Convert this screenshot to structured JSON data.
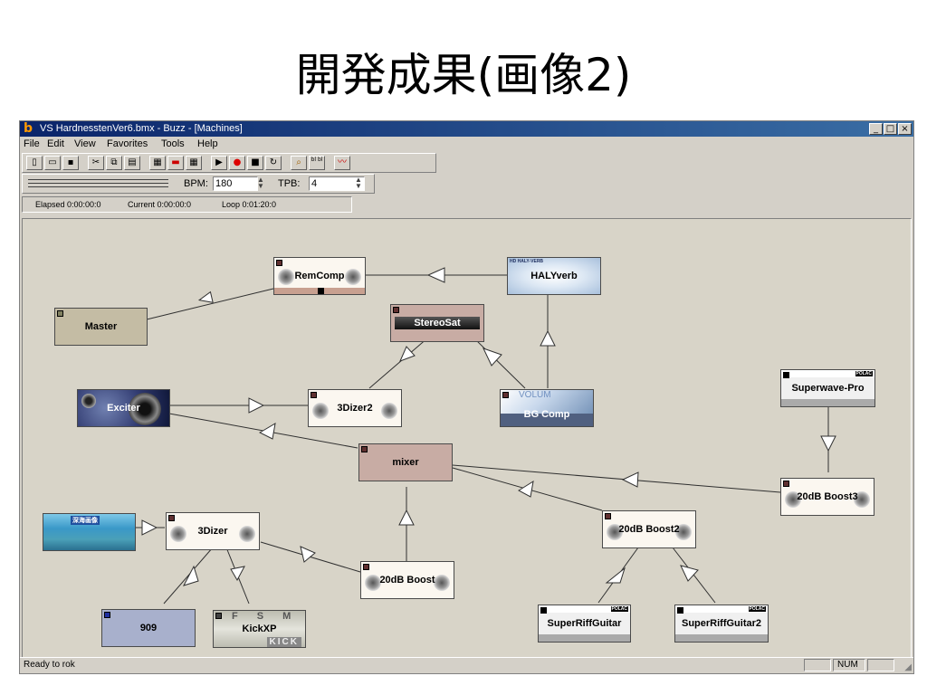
{
  "slide_title": "開発成果(画像2)",
  "window": {
    "title": "VS HardnesstenVer6.bmx - Buzz - [Machines]",
    "controls": {
      "minimize": "_",
      "maximize": "□",
      "close": "×"
    }
  },
  "menu": [
    "File",
    "Edit",
    "View",
    "Favorites",
    "Tools",
    "Help"
  ],
  "toolbar_icons": [
    "new-icon",
    "open-icon",
    "save-icon",
    "cut-icon",
    "copy-icon",
    "paste-icon",
    "pattern-view-icon",
    "machine-view-icon",
    "sequence-view-icon",
    "play-icon",
    "record-icon",
    "stop-icon",
    "loop-icon",
    "search-icon",
    "info-icon",
    "analyzer-icon"
  ],
  "tempo": {
    "bpm_label": "BPM:",
    "bpm_value": "180",
    "tpb_label": "TPB:",
    "tpb_value": "4"
  },
  "time": {
    "elapsed": "Elapsed 0:00:00:0",
    "current": "Current 0:00:00:0",
    "loop": "Loop 0:01:20:0"
  },
  "machines": {
    "master": "Master",
    "remcomp": "RemComp",
    "halyverb": "HALYverb",
    "halyverb_header": "HD HALY-VERB",
    "stereosat": "StereoSat",
    "exciter": "Exciter",
    "dizer2": "3Dizer2",
    "bgcomp": "BG Comp",
    "bgcomp_header": "VOLUM",
    "superwave": "Superwave-Pro",
    "mixer": "mixer",
    "boost3": "20dB Boost3",
    "dizer": "3Dizer",
    "boost2": "20dB Boost2",
    "boost": "20dB Boost",
    "m909": "909",
    "kickxp": "KickXP",
    "kickxp_header": "F S M",
    "kickxp_footer": "KICK",
    "riff1": "SuperRiffGuitar",
    "riff2": "SuperRiffGuitar2",
    "badge": "POLAC",
    "image_label": "深海画像"
  },
  "colors": {
    "master": "#c4bca4",
    "mixer": "#c8aca4",
    "m909": "#a8b0cc",
    "titlebar": "#0a246a",
    "canvas": "#d8d4c8"
  },
  "status": {
    "text": "Ready to rok",
    "num": "NUM"
  }
}
